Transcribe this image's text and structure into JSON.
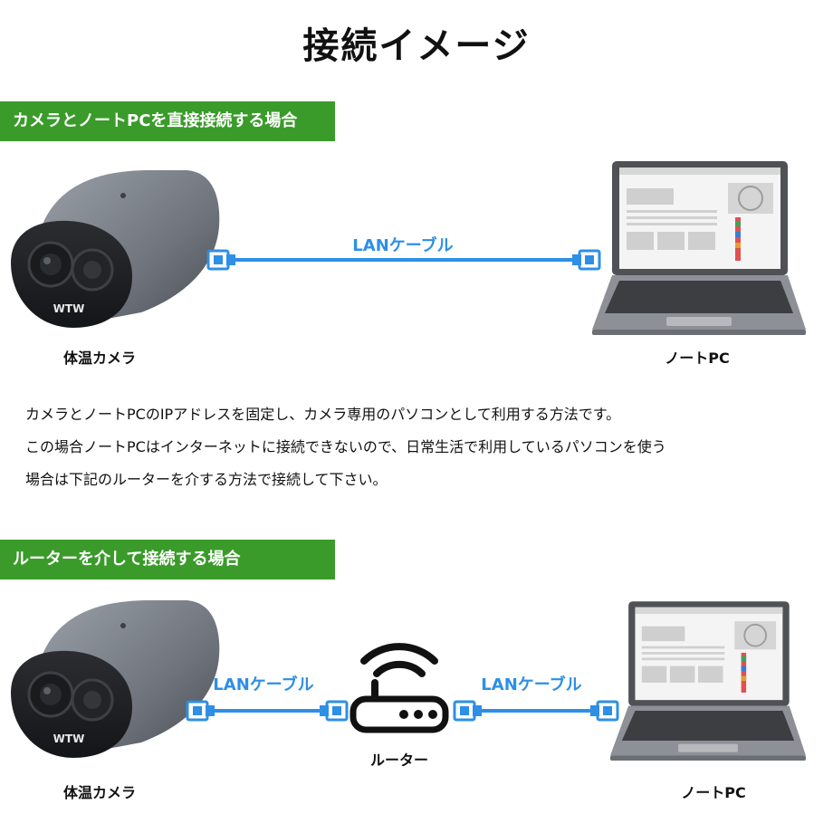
{
  "title": "接続イメージ",
  "section1": {
    "header": "カメラとノートPCを直接接続する場合",
    "cable_label": "LANケーブル",
    "camera_label": "体温カメラ",
    "pc_label": "ノートPC"
  },
  "camera_brand": "WTW",
  "description": [
    "カメラとノートPCのIPアドレスを固定し、カメラ専用のパソコンとして利用する方法です。",
    "この場合ノートPCはインターネットに接続できないので、日常生活で利用しているパソコンを使う",
    "場合は下記のルーターを介する方法で接続して下さい。"
  ],
  "section2": {
    "header": "ルーターを介して接続する場合",
    "cable_label_left": "LANケーブル",
    "cable_label_right": "LANケーブル",
    "camera_label": "体温カメラ",
    "router_label": "ルーター",
    "pc_label": "ノートPC"
  },
  "colors": {
    "header_green": "#3a9b2a",
    "cable_blue": "#2e8fe6",
    "camera_body": "#7d828a",
    "laptop_frame": "#5c5e62"
  }
}
